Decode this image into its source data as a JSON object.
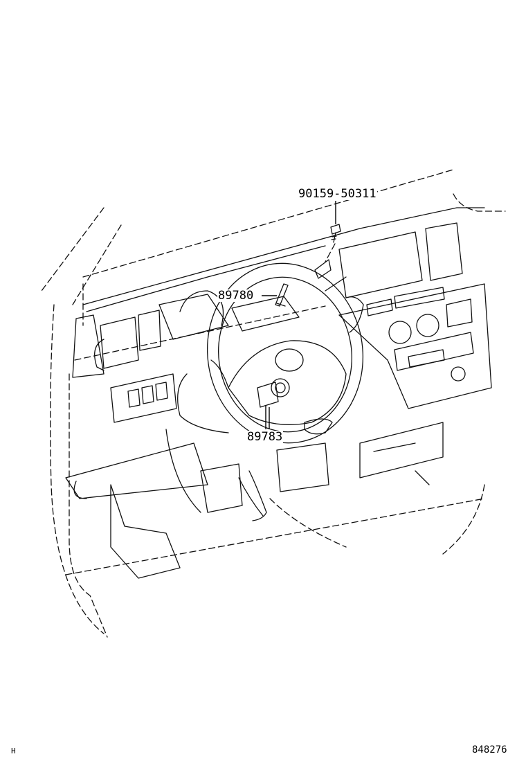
{
  "callouts": {
    "bolt": "90159-50311",
    "upper_part": "89780",
    "lower_part": "89783"
  },
  "footer": {
    "left_mark": "H",
    "figure_number": "848276"
  }
}
